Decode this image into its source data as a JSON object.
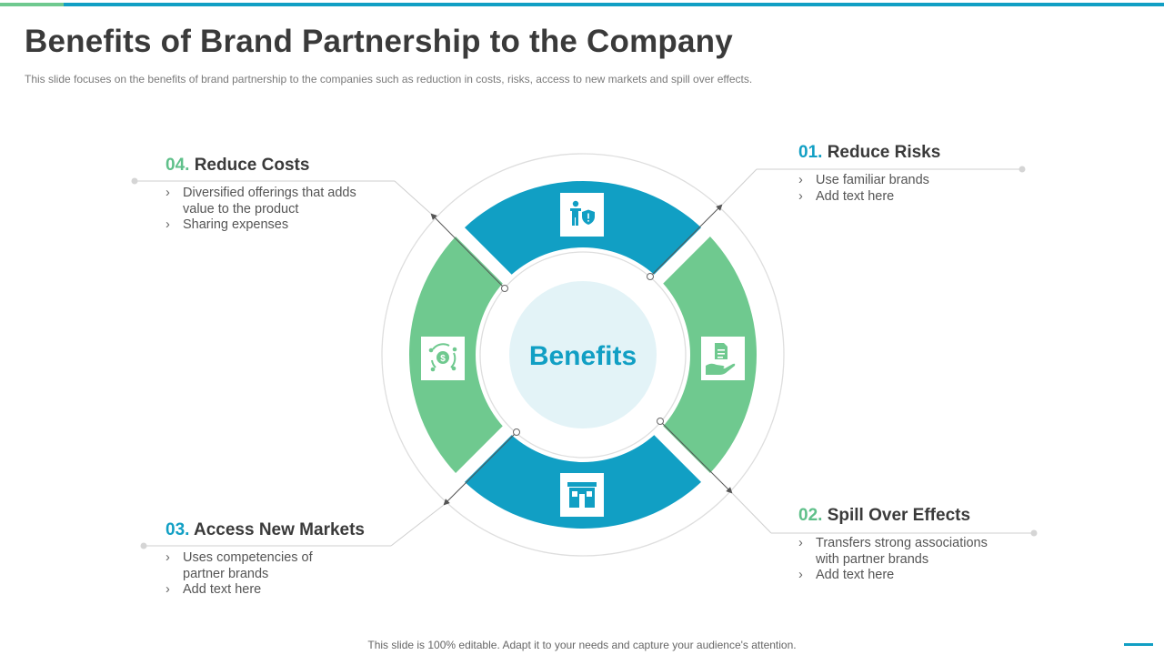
{
  "slide": {
    "title": "Benefits of Brand Partnership to the Company",
    "subtitle": "This slide focuses on the benefits of brand partnership to the companies such as reduction in costs, risks, access to new markets and spill over effects.",
    "footer": "This slide is 100% editable. Adapt it to your needs and capture your audience's attention."
  },
  "center": {
    "label": "Benefits"
  },
  "colors": {
    "blue": "#119fc4",
    "green": "#6fc98f",
    "number_green": "#5fc08a",
    "center_fill": "#e3f3f7",
    "title_text": "#3a3a3a"
  },
  "icons": {
    "top": "person-shield-icon",
    "right": "hand-document-icon",
    "bottom": "storefront-icon",
    "left": "cost-cycle-icon"
  },
  "benefits": [
    {
      "number": "01.",
      "title": "Reduce Risks",
      "points": [
        "Use familiar brands",
        "Add text here"
      ]
    },
    {
      "number": "02.",
      "title": "Spill Over Effects",
      "points": [
        "Transfers strong associations",
        "with partner brands",
        "Add text here"
      ]
    },
    {
      "number": "03.",
      "title": "Access New Markets",
      "points": [
        "Uses competencies of",
        "partner brands",
        "Add text here"
      ]
    },
    {
      "number": "04.",
      "title": "Reduce Costs",
      "points": [
        "Diversified offerings that adds",
        "value to the product",
        "Sharing expenses"
      ]
    }
  ]
}
